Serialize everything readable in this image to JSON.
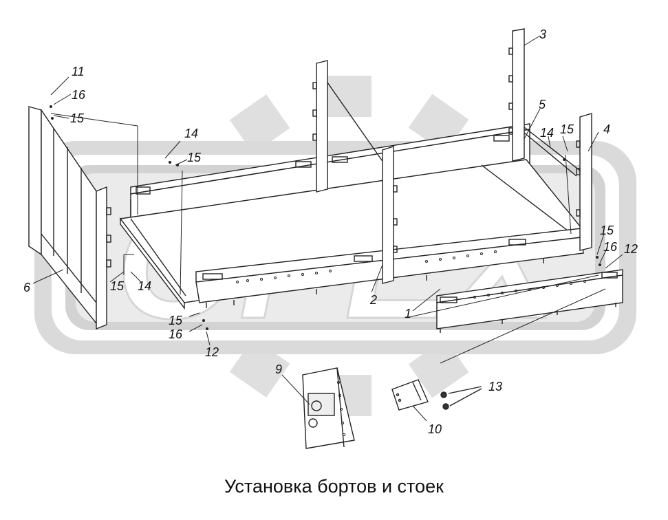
{
  "watermark": {
    "text": "OPEX",
    "color": "#d8d8d8"
  },
  "caption": "Установка бортов и стоек",
  "callouts": {
    "c1": "1",
    "c2": "2",
    "c3": "3",
    "c4": "4",
    "c5": "5",
    "c6": "6",
    "c9": "9",
    "c10": "10",
    "c11": "11",
    "c12a": "12",
    "c12b": "12",
    "c13": "13",
    "c14a": "14",
    "c14b": "14",
    "c14c": "14",
    "c15a": "15",
    "c15b": "15",
    "c15c": "15",
    "c15d": "15",
    "c15e": "15",
    "c15f": "15",
    "c16a": "16",
    "c16b": "16",
    "c16c": "16"
  }
}
